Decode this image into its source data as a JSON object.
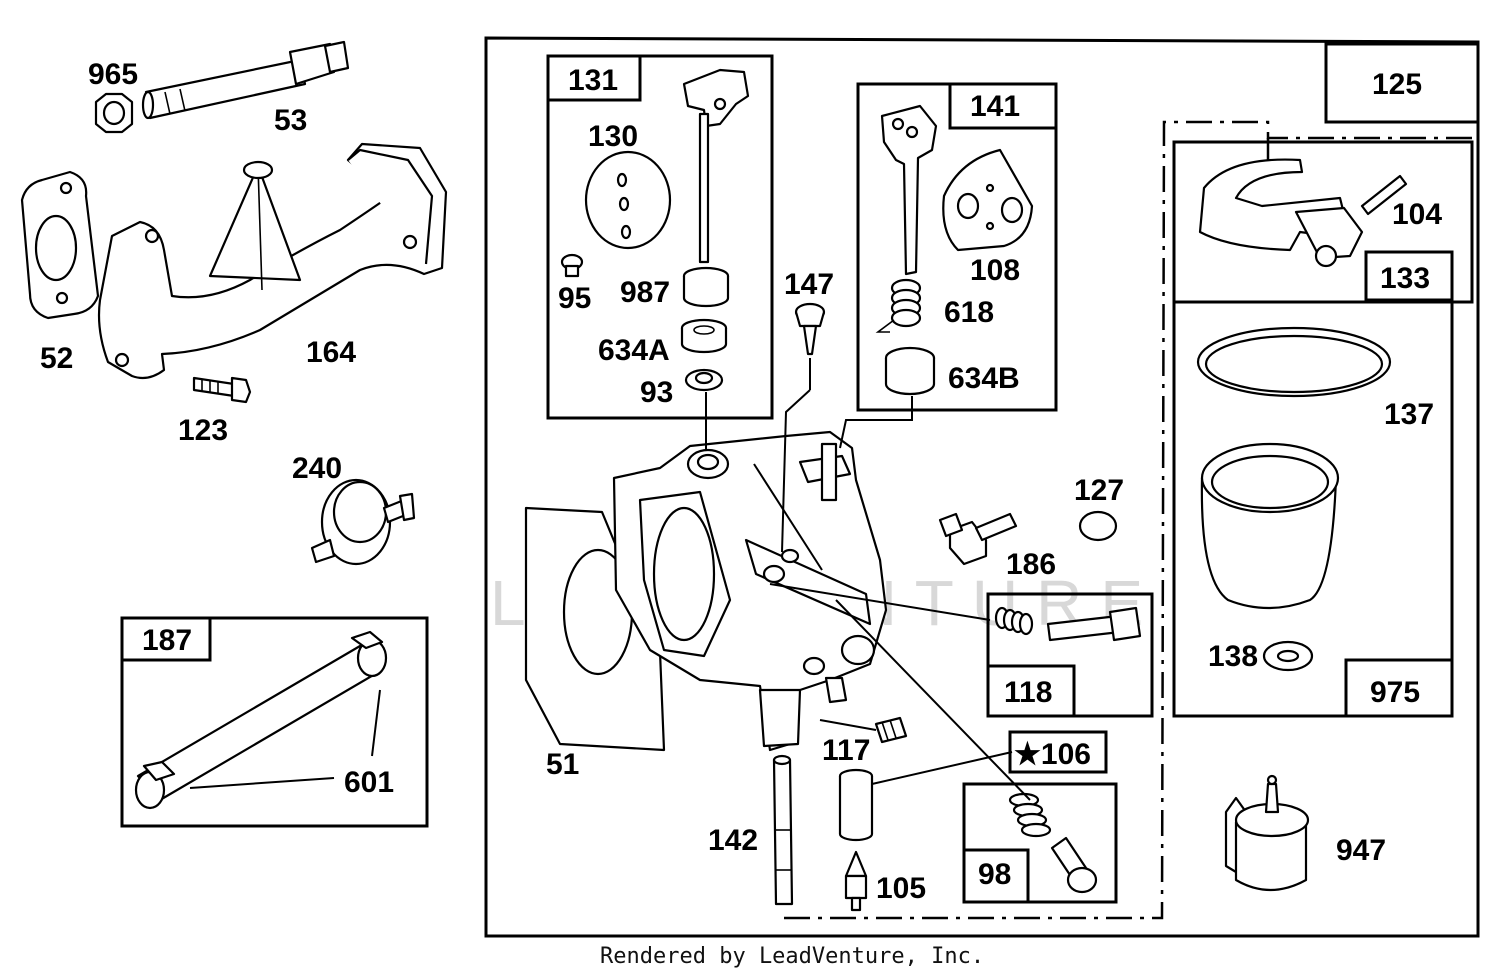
{
  "labels": {
    "p965": "965",
    "p53": "53",
    "p52": "52",
    "p164": "164",
    "p123": "123",
    "p240": "240",
    "p187": "187",
    "p601": "601",
    "p131": "131",
    "p130": "130",
    "p95": "95",
    "p987": "987",
    "p634A": "634A",
    "p93": "93",
    "p147": "147",
    "p141": "141",
    "p108": "108",
    "p618": "618",
    "p634B": "634B",
    "p125": "125",
    "p104": "104",
    "p133": "133",
    "p137": "137",
    "p138": "138",
    "p975": "975",
    "p127": "127",
    "p186": "186",
    "p118": "118",
    "p51": "51",
    "p117": "117",
    "p106": "★106",
    "p98": "98",
    "p142": "142",
    "p105": "105",
    "p947": "947"
  },
  "watermark": "LEADVENTURE",
  "footer": "Rendered by LeadVenture, Inc."
}
